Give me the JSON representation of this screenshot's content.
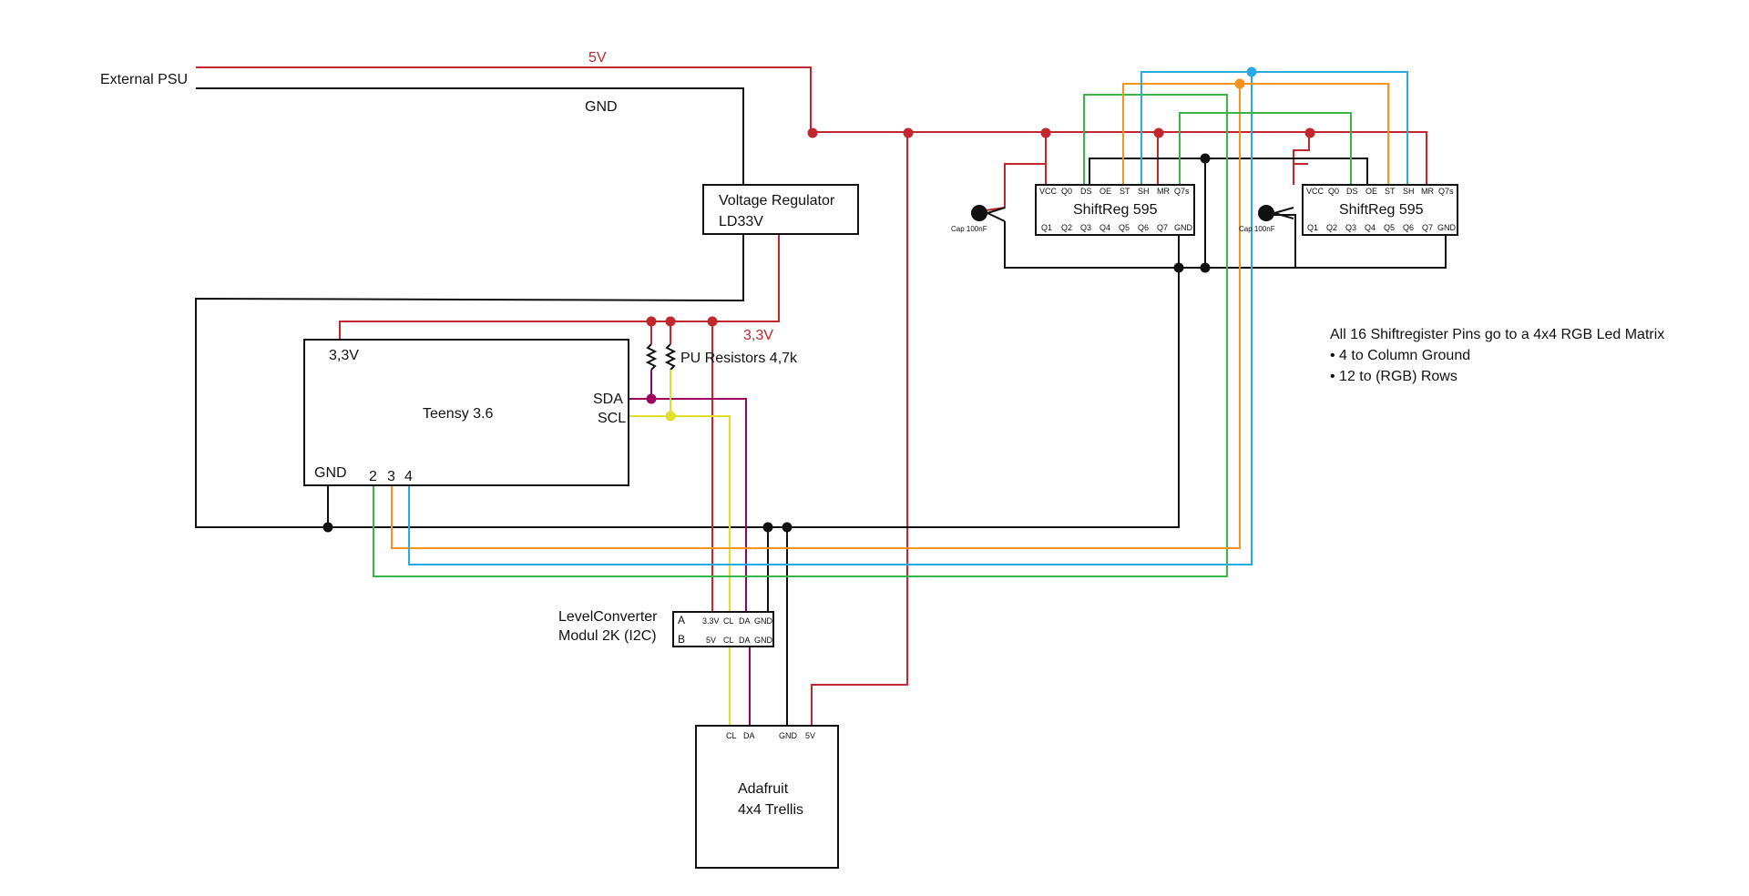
{
  "colors": {
    "red": "#c1272d",
    "black": "#111111",
    "green": "#39b54a",
    "orange": "#f7931e",
    "blue": "#29abe2",
    "yellow": "#e0e02a",
    "magenta": "#9e005d"
  },
  "labels": {
    "external_psu": "External PSU",
    "v5": "5V",
    "gnd": "GND",
    "v33": "3,3V",
    "pu_resistors": "PU Resistors 4,7k",
    "cap": "Cap 100nF"
  },
  "regulator": {
    "line1": "Voltage Regulator",
    "line2": "LD33V"
  },
  "teensy": {
    "name": "Teensy 3.6",
    "v33": "3,3V",
    "sda": "SDA",
    "scl": "SCL",
    "gnd": "GND",
    "pins": [
      "2",
      "3",
      "4"
    ]
  },
  "shiftreg": {
    "name": "ShiftReg 595",
    "top_pins": [
      "VCC",
      "Q0",
      "DS",
      "OE",
      "ST",
      "SH",
      "MR",
      "Q7s"
    ],
    "bottom_pins": [
      "Q1",
      "Q2",
      "Q3",
      "Q4",
      "Q5",
      "Q6",
      "Q7",
      "GND"
    ]
  },
  "levelconv": {
    "line1": "LevelConverter",
    "line2": "Modul 2K (I2C)",
    "row_a_label": "A",
    "row_b_label": "B",
    "row_a": [
      "3.3V",
      "CL",
      "DA",
      "GND"
    ],
    "row_b": [
      "5V",
      "CL",
      "DA",
      "GND"
    ]
  },
  "trellis": {
    "line1": "Adafruit",
    "line2": "4x4 Trellis",
    "pins": [
      "CL",
      "DA",
      "GND",
      "5V"
    ]
  },
  "notes": [
    "All 16 Shiftregister Pins go to a 4x4 RGB Led Matrix",
    "• 4 to Column Ground",
    "• 12 to (RGB) Rows"
  ]
}
